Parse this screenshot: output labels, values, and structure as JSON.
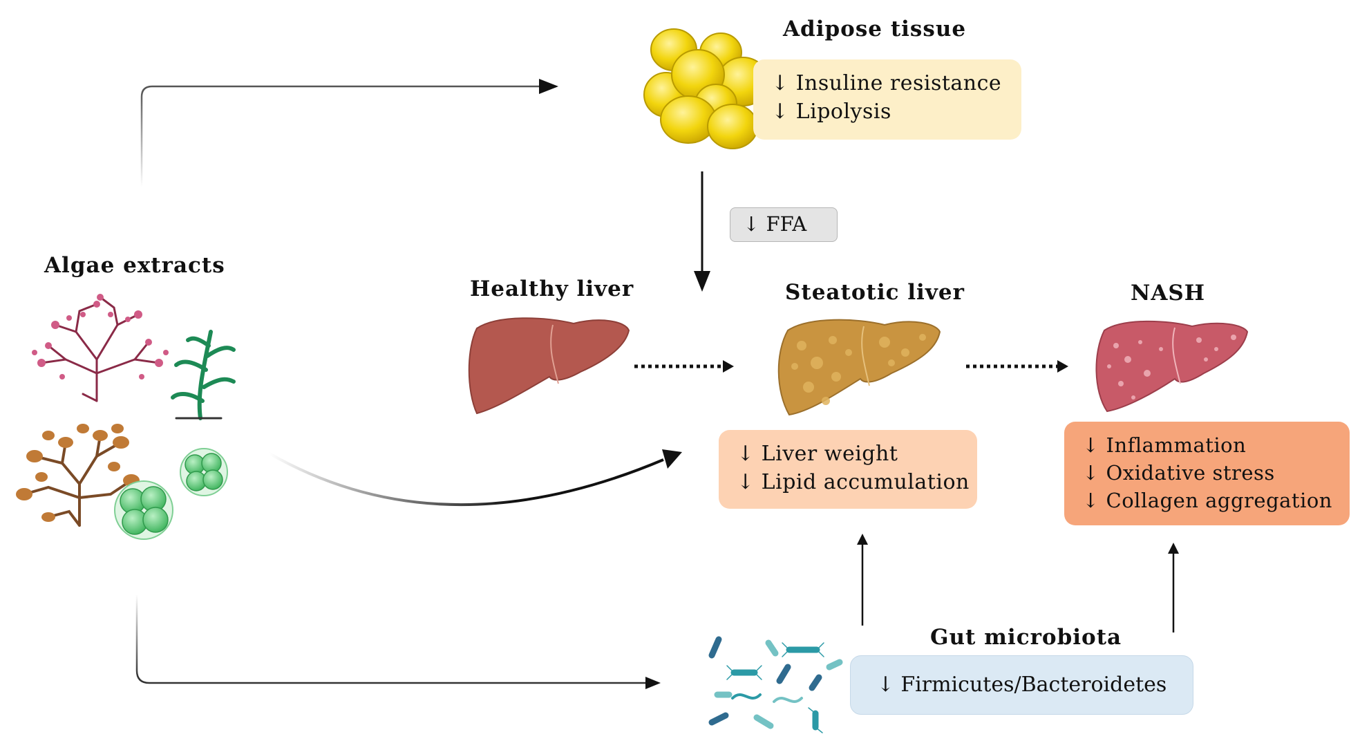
{
  "adipose": {
    "title": "Adipose tissue",
    "effects": [
      "↓ Insuline resistance",
      "↓ Lipolysis"
    ]
  },
  "ffa": {
    "label": "↓ FFA"
  },
  "algae": {
    "title": "Algae extracts"
  },
  "healthy_liver": {
    "title": "Healthy liver"
  },
  "steatotic_liver": {
    "title": "Steatotic liver",
    "effects": [
      "↓ Liver weight",
      "↓ Lipid accumulation"
    ]
  },
  "nash": {
    "title": "NASH",
    "effects": [
      "↓ Inflammation",
      "↓ Oxidative stress",
      "↓ Collagen aggregation"
    ]
  },
  "gut": {
    "title": "Gut microbiota",
    "effects": [
      "↓ Firmicutes/Bacteroidetes"
    ]
  },
  "colors": {
    "adipose_box": "#fdefc8",
    "ffa_box": "#e4e4e4",
    "steatotic_box": "#fdd2b3",
    "nash_box": "#f6a57a",
    "gut_box": "#dbe9f4",
    "healthy_liver": "#b4584f",
    "steatotic_liver": "#c99440",
    "nash_liver": "#c85a68",
    "fat_cell": "#f2d50e"
  }
}
